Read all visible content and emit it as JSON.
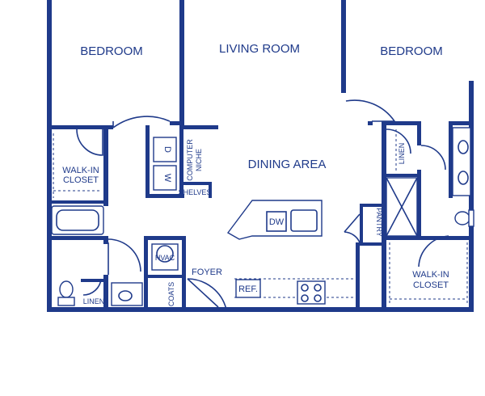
{
  "rooms": {
    "bedroom_left": "BEDROOM",
    "living_room": "LIVING ROOM",
    "bedroom_right": "BEDROOM",
    "dining_area": "DINING AREA",
    "walkin_closet_left_line1": "WALK-IN",
    "walkin_closet_left_line2": "CLOSET",
    "walkin_closet_right_line1": "WALK-IN",
    "walkin_closet_right_line2": "CLOSET",
    "computer_niche_line1": "COMPUTER",
    "computer_niche_line2": "NICHE",
    "shelves": "SHELVES",
    "foyer": "FOYER",
    "hvac": "HVAC",
    "coats": "COATS",
    "linen_left": "LINEN",
    "linen_right": "LINEN",
    "pantry": "PANTRY",
    "refrigerator": "REF.",
    "dishwasher": "DW",
    "dryer_mark": "D",
    "washer_mark": "W"
  },
  "colors": {
    "wall": "#1f3a8a",
    "background": "#ffffff"
  }
}
